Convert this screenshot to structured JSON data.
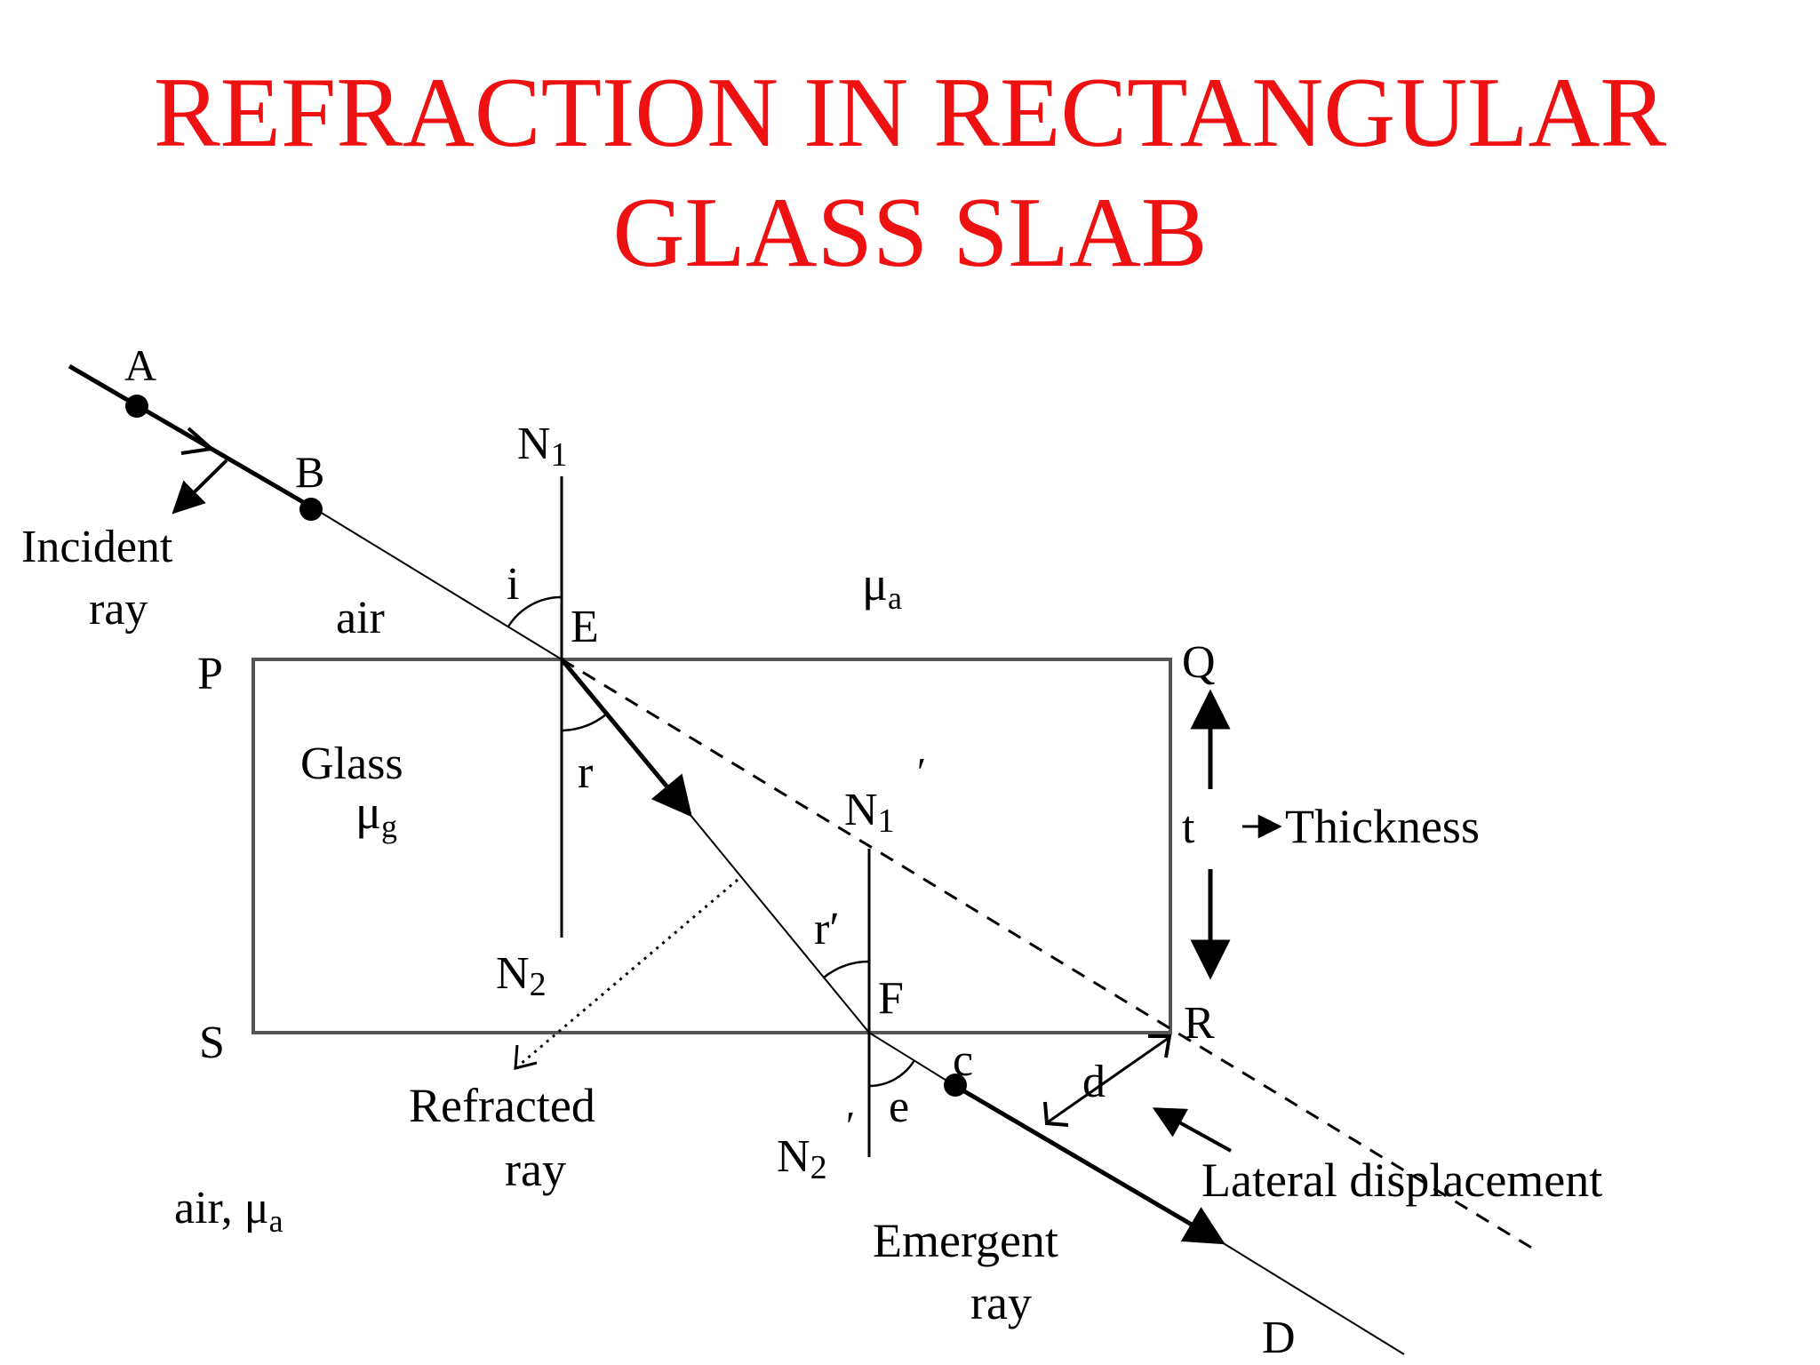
{
  "title": {
    "line1": "REFRACTION IN RECTANGULAR",
    "line2": "GLASS SLAB"
  },
  "labels": {
    "A": "A",
    "B": "B",
    "incident_1": "Incident",
    "incident_2": "ray",
    "air_top": "air",
    "i": "i",
    "E": "E",
    "mu": "μ",
    "a_sub": "a",
    "N1": "N",
    "N1_sub": "1",
    "P": "P",
    "Q": "Q",
    "glass": "Glass",
    "g_sub": "g",
    "r": "r",
    "N1p": "N",
    "N1p_sub": "1",
    "prime": "′",
    "thickness_t": "t",
    "thickness_word": "Thickness",
    "r_prime": "r′",
    "N2": "N",
    "N2_sub": "2",
    "F": "F",
    "S": "S",
    "R": "R",
    "c": "c",
    "d": "d",
    "e": "e",
    "refracted_1": "Refracted",
    "refracted_2": "ray",
    "N2p": "N",
    "N2p_sub": "2",
    "air_bottom": "air, ",
    "lateral": "Lateral displacement",
    "emergent_1": "Emergent",
    "emergent_2": "ray",
    "D": "D"
  }
}
